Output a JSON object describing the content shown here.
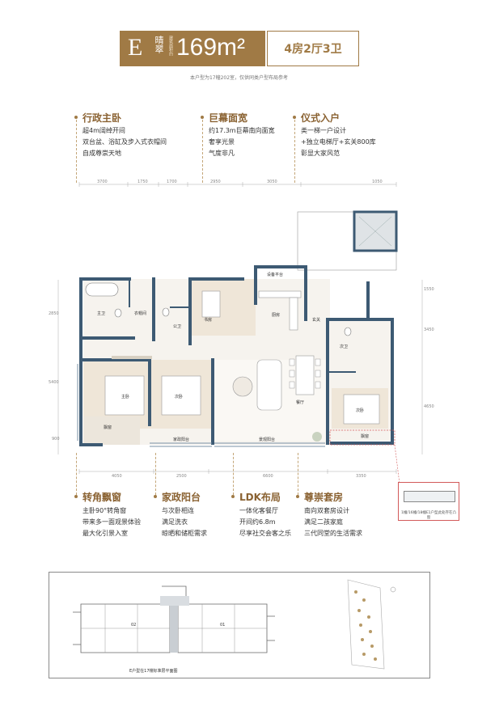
{
  "header": {
    "unit_letter": "E",
    "unit_name": "晴翠",
    "unit_sub": "建筑面积约",
    "area": "169m²",
    "rooms": "4房2厅3卫",
    "note": "本户型为17幢202室，仅供同类户型布局参考"
  },
  "top_features": [
    {
      "title": "行政主卧",
      "lines": [
        "超4m阔绰开间",
        "双台盆、浴缸及步入式衣帽间",
        "自成尊崇天地"
      ]
    },
    {
      "title": "巨幕面宽",
      "lines": [
        "约17.3m巨幕南向面宽",
        "奢享光景",
        "气度非凡"
      ]
    },
    {
      "title": "仪式入户",
      "lines": [
        "类一梯一户设计",
        "+独立电梯厅+玄关800库",
        "彰显大家风范"
      ]
    }
  ],
  "bottom_features": [
    {
      "title": "转角飘窗",
      "lines": [
        "主卧90°转角窗",
        "带来多一面观景体验",
        "最大化引景入室"
      ]
    },
    {
      "title": "家政阳台",
      "lines": [
        "与次卧相连",
        "满足洗衣",
        "晾晒和储柜需求"
      ]
    },
    {
      "title": "LDK布局",
      "lines": [
        "一体化客餐厅",
        "开间约6.8m",
        "尽享社交会客之乐"
      ]
    },
    {
      "title": "尊崇套房",
      "lines": [
        "南向双套房设计",
        "满足二孩家庭",
        "三代同堂的生活需求"
      ]
    }
  ],
  "dims_top": [
    "3700",
    "1750",
    "1700",
    "2950",
    "3050",
    "1050"
  ],
  "dims_bottom": [
    "4050",
    "2500",
    "6600",
    "3350"
  ],
  "dims_left": [
    "2850",
    "5400",
    "900"
  ],
  "dims_right": [
    "1550",
    "3450",
    "4650"
  ],
  "rooms": {
    "master_bath": "主卫",
    "cloak": "衣帽间",
    "bath2": "公卫",
    "study": "书房",
    "kitchen": "厨房",
    "entry": "玄关",
    "bath3": "次卫",
    "master_bed": "主卧",
    "second_bed": "次卧",
    "dining": "餐厅",
    "suite": "次卧",
    "bay_window": "飘窗",
    "bay_window2": "飘窗",
    "service_balcony": "家政阳台",
    "living_balcony": "景观阳台",
    "equipment": "设备平台"
  },
  "callout_text": "1幢/16幢/18幢E1户型此处存在凸窗",
  "inset": {
    "caption": "E户型在17幢标准层平面图",
    "unit_a": "02",
    "unit_b": "01"
  },
  "colors": {
    "brand": "#a07a45",
    "wall": "#3d5a73"
  }
}
